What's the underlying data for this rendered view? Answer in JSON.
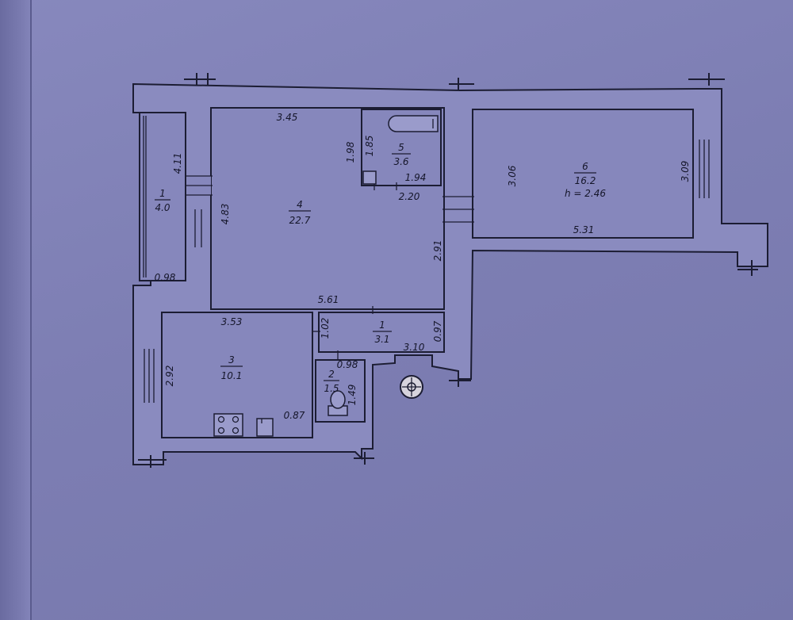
{
  "rooms": [
    {
      "num": "1",
      "area": "4.0"
    },
    {
      "num": "4",
      "area": "22.7"
    },
    {
      "num": "5",
      "area": "3.6"
    },
    {
      "num": "6",
      "area": "16.2",
      "height": "h = 2.46"
    },
    {
      "num": "3",
      "area": "10.1"
    },
    {
      "num": "1",
      "area": "3.1"
    },
    {
      "num": "2",
      "area": "1.5"
    }
  ],
  "dimensions": {
    "r1_height": "4.11",
    "r1_width": "0.98",
    "r4_top": "3.45",
    "r4_left": "4.83",
    "r4_right": "2.91",
    "r4_bottom": "5.61",
    "r4_bath_side": "1.98",
    "r5_height": "1.85",
    "r5_width": "1.94",
    "r5_corridor": "2.20",
    "r6_left": "3.06",
    "r6_right": "3.09",
    "r6_bottom": "5.31",
    "r3_top": "3.53",
    "r3_left": "2.92",
    "r3_small": "0.87",
    "hall_left": "1.02",
    "hall_right": "0.97",
    "hall_bottom": "3.10",
    "wc_width": "0.98",
    "wc_height": "1.49"
  }
}
